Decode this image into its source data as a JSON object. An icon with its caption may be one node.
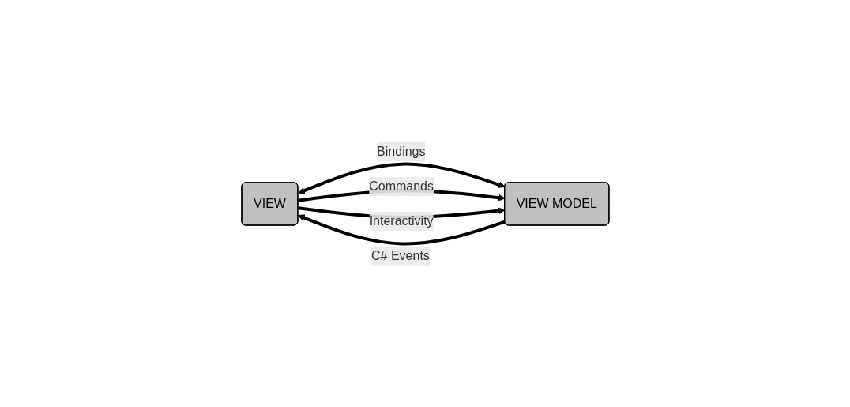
{
  "diagram": {
    "nodes": [
      {
        "text": [
          "VIEW"
        ]
      },
      {
        "text": [
          "VIEW MODEL"
        ]
      }
    ],
    "edges": [
      {
        "from": 0,
        "to": 1,
        "arrow": "both",
        "label": "Bindings"
      },
      {
        "from": 0,
        "to": 1,
        "arrow": "to",
        "label": "Commands"
      },
      {
        "from": 0,
        "to": 1,
        "arrow": "to",
        "label": "Interactivity"
      },
      {
        "from": 1,
        "to": 0,
        "arrow": "to",
        "label": "C# Events"
      }
    ]
  }
}
